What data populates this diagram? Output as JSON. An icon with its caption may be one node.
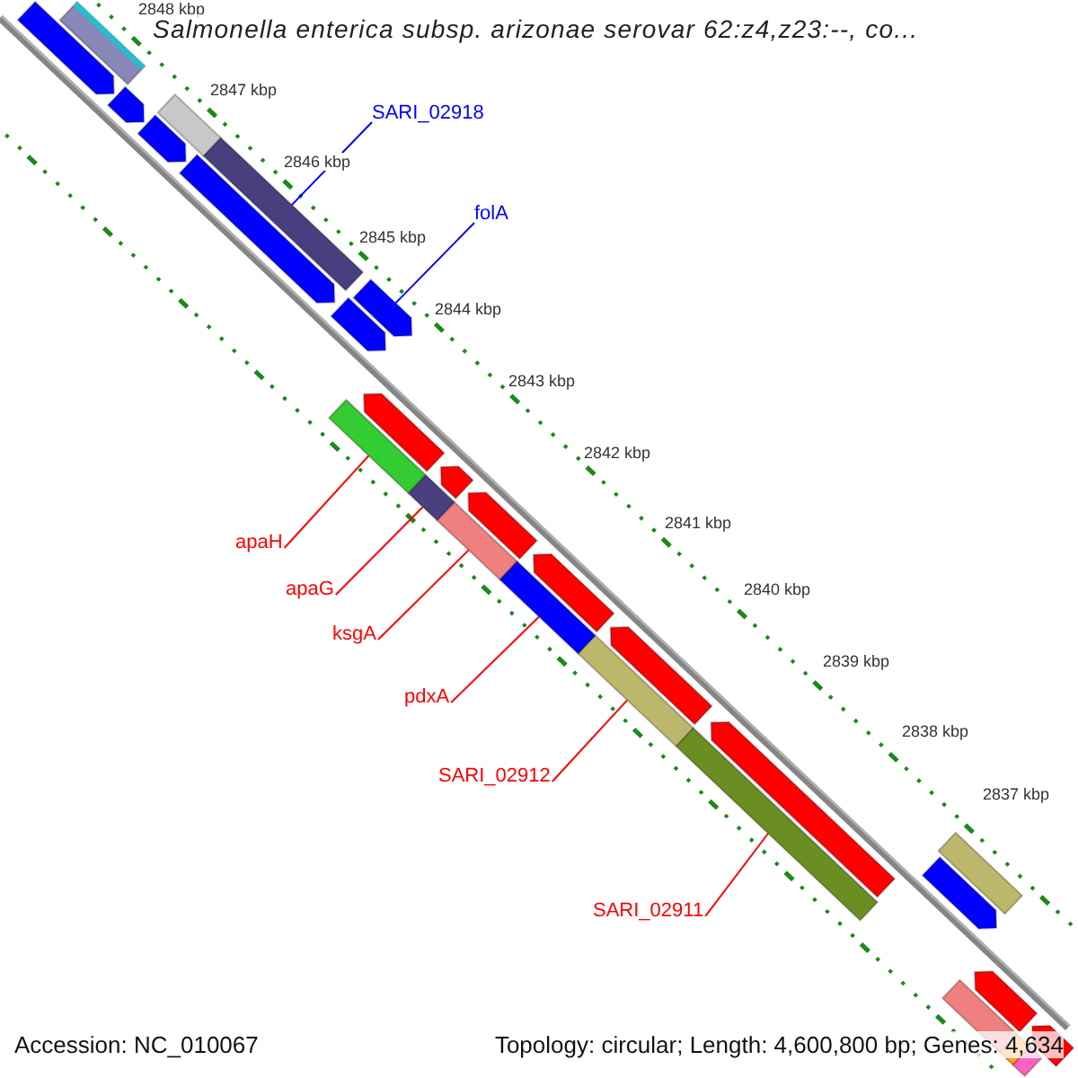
{
  "diagram": {
    "title": "Salmonella enterica subsp. arizonae serovar 62:z4,z23:--, co...",
    "nodes": [
      {
        "text": [
          "SARI_02918"
        ]
      },
      {
        "text": [],
        "shape": "bar"
      },
      {
        "text": [
          "folA"
        ]
      },
      {
        "text": [],
        "shape": "pentagon"
      },
      {
        "text": [
          "apaH"
        ]
      },
      {
        "text": [],
        "shape": "bar"
      },
      {
        "text": [
          "apaG"
        ]
      },
      {
        "text": [],
        "shape": "bar"
      },
      {
        "text": [
          "ksgA"
        ]
      },
      {
        "text": [],
        "shape": "bar"
      },
      {
        "text": [
          "pdxA"
        ]
      },
      {
        "text": [],
        "shape": "bar"
      },
      {
        "text": [
          "SARI_02912"
        ]
      },
      {
        "text": [],
        "shape": "bar"
      },
      {
        "text": [
          "SARI_02911"
        ]
      },
      {
        "text": [],
        "shape": "bar"
      },
      {
        "text": [],
        "shape": "bar"
      },
      {
        "text": [],
        "shape": "bar"
      },
      {
        "text": [],
        "shape": "bar"
      },
      {
        "text": [],
        "shape": "pentagon"
      },
      {
        "text": [],
        "shape": "pentagon"
      },
      {
        "text": [],
        "shape": "pentagon"
      },
      {
        "text": [],
        "shape": "pentagon"
      },
      {
        "text": [],
        "shape": "pentagon"
      },
      {
        "text": [],
        "shape": "pentagon"
      },
      {
        "text": [],
        "shape": "pentagon"
      },
      {
        "text": [],
        "shape": "pentagon"
      },
      {
        "text": [],
        "shape": "pentagon"
      },
      {
        "text": [],
        "shape": "pentagon"
      },
      {
        "text": [],
        "shape": "pentagon"
      },
      {
        "text": [],
        "shape": "pentagon"
      },
      {
        "text": [],
        "shape": "pentagon"
      },
      {
        "text": [],
        "shape": "pentagon"
      },
      {
        "text": [],
        "shape": "bar"
      },
      {
        "text": [],
        "shape": "bar"
      },
      {
        "text": [],
        "shape": "bar"
      }
    ],
    "edges": [
      {
        "from": 0,
        "to": 1,
        "arrow": "none",
        "color": "#0000ff"
      },
      {
        "from": 2,
        "to": 3,
        "arrow": "none",
        "color": "#0000ff"
      },
      {
        "from": 4,
        "to": 5,
        "arrow": "none"
      },
      {
        "from": 6,
        "to": 7,
        "arrow": "none"
      },
      {
        "from": 8,
        "to": 9,
        "arrow": "none"
      },
      {
        "from": 10,
        "to": 11,
        "arrow": "none"
      },
      {
        "from": 12,
        "to": 13,
        "arrow": "none"
      },
      {
        "from": 14,
        "to": 15,
        "arrow": "none"
      }
    ],
    "labels": [
      "2848 kbp",
      "2847 kbp",
      "2846 kbp",
      "2845 kbp",
      "2844 kbp",
      "2843 kbp",
      "2842 kbp",
      "2841 kbp",
      "2840 kbp",
      "2839 kbp",
      "2838 kbp",
      "2837 kbp",
      "Accession: NC_010067",
      "Topology: circular; Length: 4,600,800 bp; Genes: 4,634"
    ]
  }
}
